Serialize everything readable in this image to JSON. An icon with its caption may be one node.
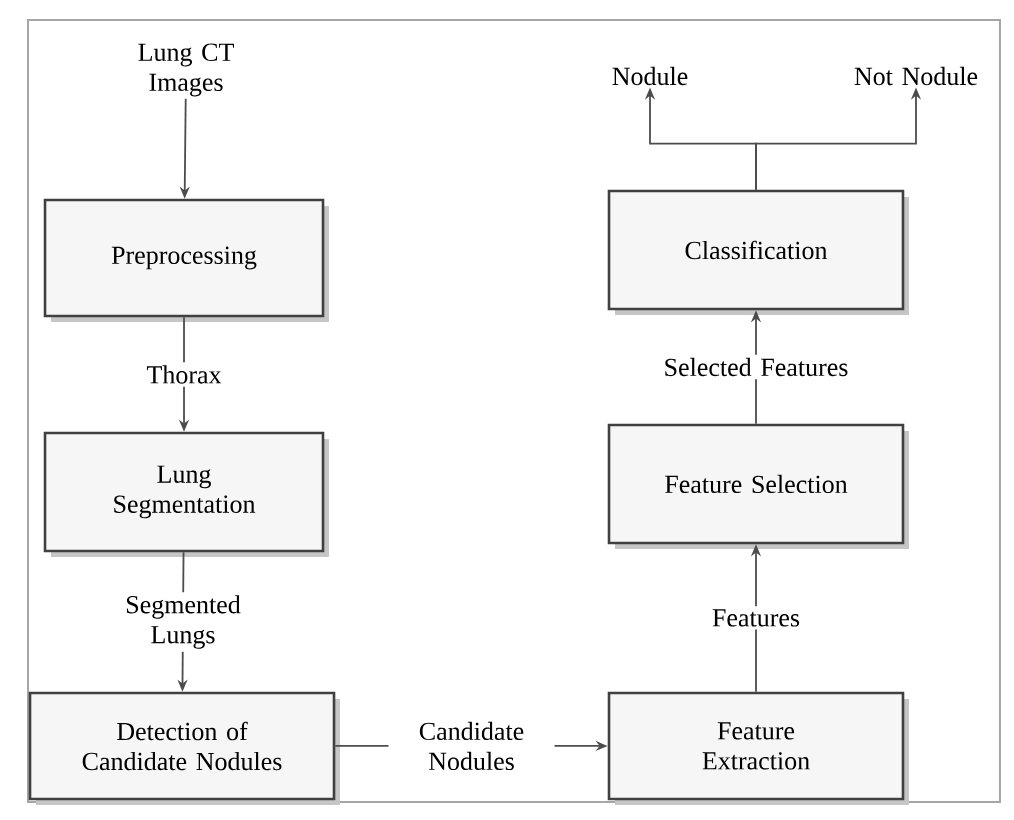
{
  "diagram": {
    "nodes": [
      {
        "text": [
          "Lung CT Images"
        ]
      },
      {
        "text": [
          "Preprocessing"
        ]
      },
      {
        "text": [
          "Lung Segmentation"
        ]
      },
      {
        "text": [
          "Detection of Candidate Nodules"
        ]
      },
      {
        "text": [
          "Feature Extraction"
        ]
      },
      {
        "text": [
          "Feature Selection"
        ]
      },
      {
        "text": [
          "Classification"
        ]
      },
      {
        "text": [
          "Nodule"
        ]
      },
      {
        "text": [
          "Not Nodule"
        ]
      }
    ],
    "edges": [
      {
        "from": 0,
        "to": 1,
        "arrow": "to"
      },
      {
        "from": 1,
        "to": 2,
        "arrow": "to",
        "label": "Thorax"
      },
      {
        "from": 2,
        "to": 3,
        "arrow": "to",
        "label": "Segmented Lungs"
      },
      {
        "from": 3,
        "to": 4,
        "arrow": "to",
        "label": "Candidate Nodules"
      },
      {
        "from": 4,
        "to": 5,
        "arrow": "to",
        "label": "Features"
      },
      {
        "from": 5,
        "to": 6,
        "arrow": "to",
        "label": "Selected Features"
      },
      {
        "from": 6,
        "to": 7,
        "arrow": "to"
      },
      {
        "from": 6,
        "to": 8,
        "arrow": "to"
      }
    ]
  }
}
